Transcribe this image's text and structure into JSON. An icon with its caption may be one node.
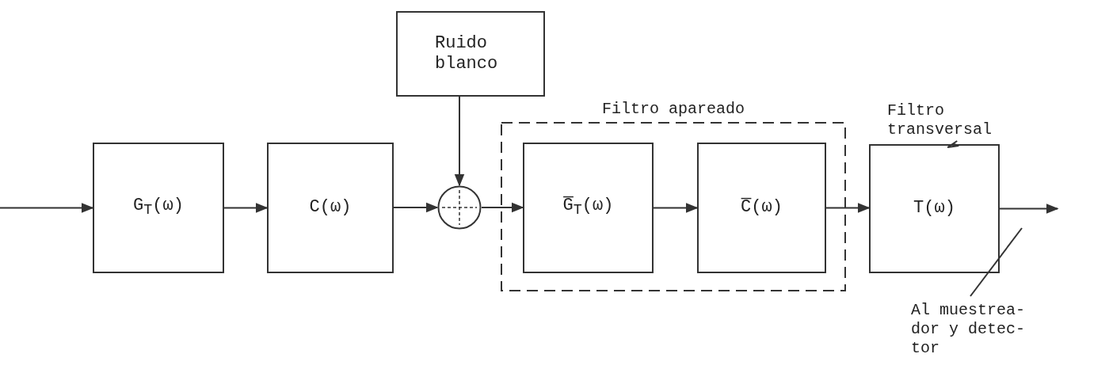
{
  "diagram": {
    "nodes": [
      {
        "text": [
          "G$_{T}$(ω)"
        ]
      },
      {
        "text": [
          "C(ω)"
        ]
      },
      {
        "text": [
          "Ruido blanco"
        ]
      },
      {
        "text": [],
        "shape": "circle"
      },
      {
        "text": [
          "Filtro apareado"
        ]
      },
      {
        "text": [
          "G̅$_{T}$(ω)"
        ],
        "in": 4
      },
      {
        "text": [
          "C̅(ω)"
        ],
        "in": 4
      },
      {
        "text": [
          "T(ω)"
        ]
      },
      {
        "text": [
          "Filtro transversal"
        ]
      },
      {
        "text": [
          "Al muestrea- dor y detec- tor"
        ]
      }
    ],
    "edges": [
      {
        "from": null,
        "to": 0,
        "arrow": "to"
      },
      {
        "from": 0,
        "to": 1,
        "arrow": "to"
      },
      {
        "from": 1,
        "to": 3,
        "arrow": "to"
      },
      {
        "from": 2,
        "to": 3,
        "arrow": "to"
      },
      {
        "from": 3,
        "to": 5,
        "arrow": "to"
      },
      {
        "from": 5,
        "to": 6,
        "arrow": "to"
      },
      {
        "from": 6,
        "to": 7,
        "arrow": "to"
      },
      {
        "from": 7,
        "to": null,
        "arrow": "to"
      },
      {
        "from": 8,
        "to": 7,
        "arrow": "none"
      },
      {
        "from": 9,
        "to": null,
        "arrow": "none"
      }
    ]
  }
}
